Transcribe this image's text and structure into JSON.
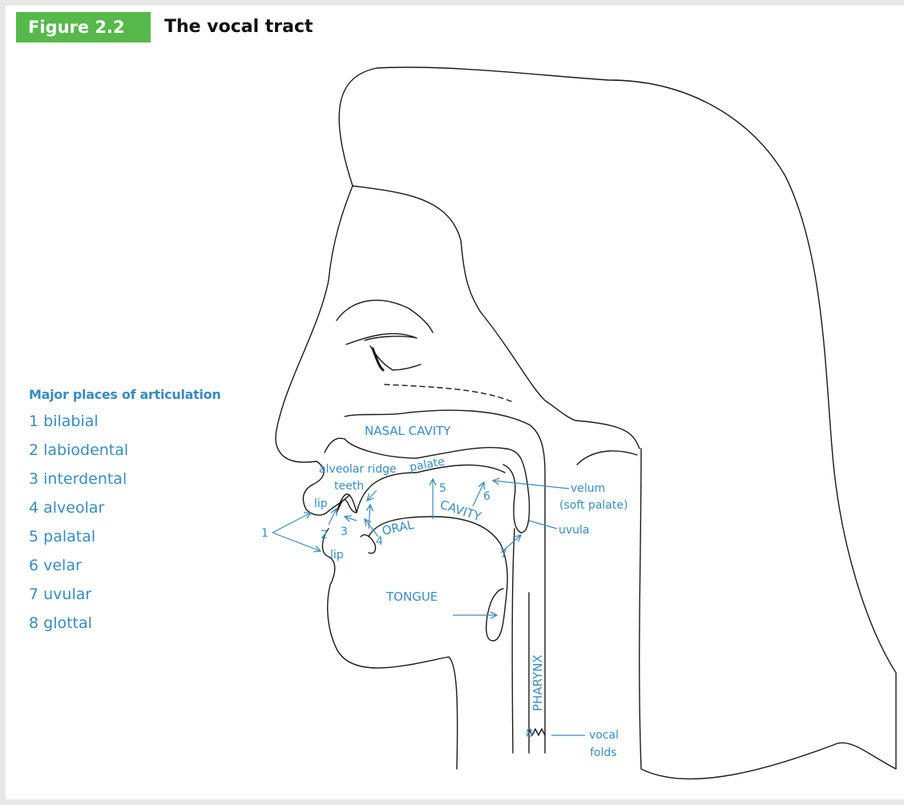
{
  "figure": {
    "number": "Figure 2.2",
    "title": "The vocal tract"
  },
  "legend": {
    "heading": "Major places of articulation",
    "items": [
      "1 bilabial",
      "2 labiodental",
      "3 interdental",
      "4 alveolar",
      "5 palatal",
      "6 velar",
      "7 uvular",
      "8 glottal"
    ]
  },
  "labels": {
    "nasal_cavity": "NASAL CAVITY",
    "alveolar_ridge": "alveolar ridge",
    "palate": "palate",
    "teeth": "teeth",
    "lip_upper": "lip",
    "lip_lower": "lip",
    "oral": "ORAL",
    "cavity": "CAVITY",
    "tongue": "TONGUE",
    "pharynx": "PHARYNX",
    "velum": "velum",
    "soft_palate": "(soft palate)",
    "uvula": "uvula",
    "vocal": "vocal",
    "folds": "folds",
    "n1": "1",
    "n2": "2",
    "n3": "3",
    "n4": "4",
    "n5": "5",
    "n6": "6",
    "n7": "7",
    "n8": "8"
  },
  "colors": {
    "accent_green": "#57b84b",
    "label_blue": "#3a8bbd",
    "line": "#1a1a1a",
    "frame_gray": "#e8e8e8"
  }
}
